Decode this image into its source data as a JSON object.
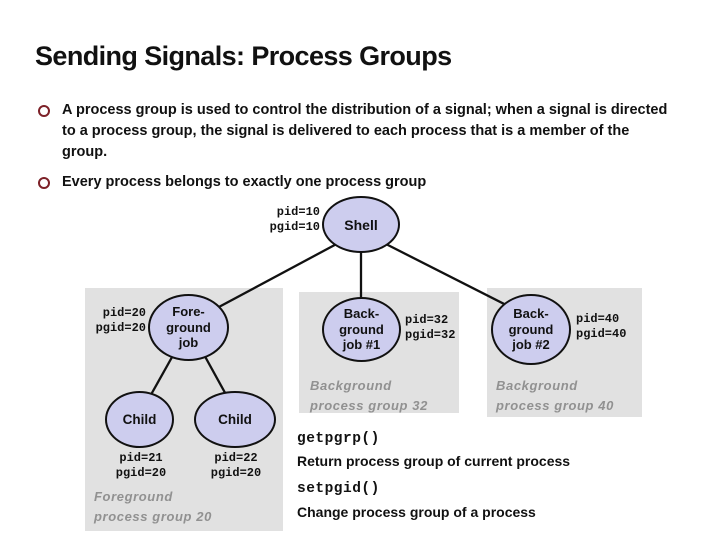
{
  "slide": {
    "title": "Sending Signals: Process Groups",
    "bullets": [
      "A process group is used to control the distribution of a signal; when a signal is directed to a process group, the signal is delivered to each process that is a member of the group.",
      "Every process belongs to exactly one process group"
    ]
  },
  "diagram": {
    "nodes": {
      "shell": {
        "label": "Shell",
        "pid": "pid=10",
        "pgid": "pgid=10"
      },
      "foreground_job": {
        "lines": [
          "Fore-",
          "ground",
          "job"
        ],
        "pid": "pid=20",
        "pgid": "pgid=20"
      },
      "background_job_1": {
        "lines": [
          "Back-",
          "ground",
          "job #1"
        ],
        "pid": "pid=32",
        "pgid": "pgid=32"
      },
      "background_job_2": {
        "lines": [
          "Back-",
          "ground",
          "job #2"
        ],
        "pid": "pid=40",
        "pgid": "pgid=40"
      },
      "child_1": {
        "label": "Child",
        "pid": "pid=21",
        "pgid": "pgid=20"
      },
      "child_2": {
        "label": "Child",
        "pid": "pid=22",
        "pgid": "pgid=20"
      }
    },
    "group_labels": {
      "foreground": [
        "Foreground",
        "process group 20"
      ],
      "background_32": [
        "Background",
        "process group 32"
      ],
      "background_40": [
        "Background",
        "process group 40"
      ]
    }
  },
  "api": [
    {
      "name": "getpgrp()",
      "desc": "Return process group of current process"
    },
    {
      "name": "setpgid()",
      "desc": "Change process group of a process"
    }
  ],
  "colors": {
    "title_text": "#111111",
    "bullet_ring": "#7d2128",
    "node_fill": "#cdcdee",
    "node_border": "#111111",
    "group_box": "#e1e1e1",
    "group_label": "#919191"
  }
}
